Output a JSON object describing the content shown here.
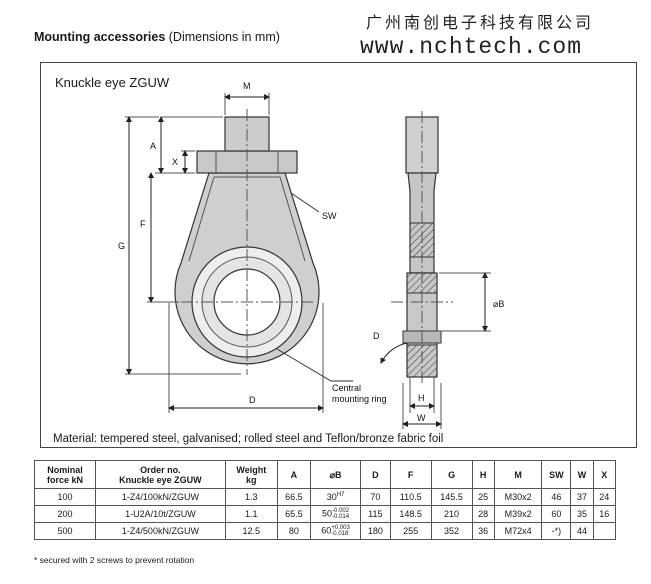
{
  "header": {
    "title_bold": "Mounting accessories",
    "title_rest": " (Dimensions in mm)"
  },
  "watermark": {
    "company": "广州南创电子科技有限公司",
    "url": "www.nchtech.com"
  },
  "panel": {
    "title": "Knuckle eye ZGUW",
    "material": "Material: tempered steel, galvanised; rolled steel and Teflon/bronze fabric foil",
    "labels": {
      "m": "M",
      "a": "A",
      "x": "X",
      "f": "F",
      "g": "G",
      "sw": "SW",
      "d_front": "D",
      "central1": "Central",
      "central2": "mounting ring",
      "b": "⌀B",
      "d_side": "D",
      "h": "H",
      "w": "W"
    }
  },
  "table": {
    "headers": {
      "nominal_force1": "Nominal",
      "nominal_force2": "force kN",
      "order1": "Order no.",
      "order2": "Knuckle eye ZGUW",
      "weight1": "Weight",
      "weight2": "kg",
      "a": "A",
      "b": "⌀B",
      "d": "D",
      "f": "F",
      "g": "G",
      "h": "H",
      "m": "M",
      "sw": "SW",
      "w": "W",
      "x": "X"
    },
    "rows": [
      {
        "force": "100",
        "order": "1-Z4/100kN/ZGUW",
        "weight": "1.3",
        "a": "66.5",
        "b": "30",
        "b_tol_upper": "H7",
        "b_tol_lower": "",
        "d": "70",
        "f": "110.5",
        "g": "145.5",
        "h": "25",
        "m": "M30x2",
        "sw": "46",
        "w": "37",
        "x": "24"
      },
      {
        "force": "200",
        "order": "1-U2A/10t/ZGUW",
        "weight": "1.1",
        "a": "65.5",
        "b": "50",
        "b_tol_upper": "-0.002",
        "b_tol_lower": "-0.014",
        "d": "115",
        "f": "148.5",
        "g": "210",
        "h": "28",
        "m": "M39x2",
        "sw": "60",
        "w": "35",
        "x": "16"
      },
      {
        "force": "500",
        "order": "1-Z4/500kN/ZGUW",
        "weight": "12.5",
        "a": "80",
        "b": "60",
        "b_tol_upper": "+0.003",
        "b_tol_lower": "-0.018",
        "d": "180",
        "f": "255",
        "g": "352",
        "h": "36",
        "m": "M72x4",
        "sw": "-*)",
        "w": "44",
        "x": ""
      }
    ]
  },
  "footnote": "*  secured with 2 screws to prevent rotation"
}
